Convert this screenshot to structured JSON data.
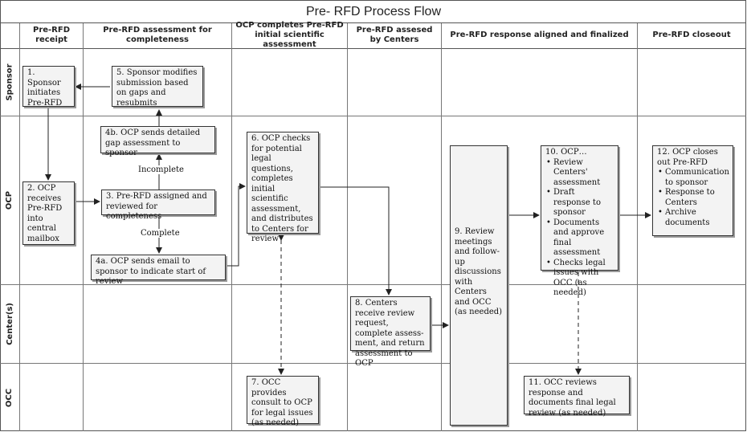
{
  "title": "Pre- RFD Process Flow",
  "columns": [
    "Pre-RFD receipt",
    "Pre-RFD assessment for completeness",
    "OCP  completes Pre-RFD initial scientific assessment",
    "Pre-RFD assesed by Centers",
    "Pre-RFD response aligned and finalized",
    "Pre-RFD closeout"
  ],
  "lanes": [
    "Sponsor",
    "OCP",
    "Center(s)",
    "OCC"
  ],
  "steps": {
    "s1": "1. Sponsor initiates Pre-RFD",
    "s5": "5. Sponsor modifies submission based on gaps and resubmits",
    "s4b": "4b. OCP sends detailed gap assessment to sponsor",
    "s2": "2. OCP receives Pre-RFD into central mailbox",
    "s3": "3. Pre-RFD assigned and reviewed for completeness",
    "s4a": "4a. OCP sends email to sponsor to indicate start of review",
    "s6": "6. OCP checks for potential legal questions, completes initial scientific assessment, and distributes to Centers for review",
    "s7": "7. OCC provides consult to OCP for legal issues (as needed)",
    "s8": "8. Centers receive review request, complete assess-ment, and return assessment to OCP",
    "s9": "9. Review meetings and follow-up discussions with Centers and OCC (as needed)",
    "s10_title": "10. OCP…",
    "s10_items": [
      "Review Centers' assessment",
      "Draft response to sponsor",
      "Documents and approve final assessment",
      "Checks legal issues with OCC (as needed)"
    ],
    "s11": "11. OCC reviews response and documents final legal review (as needed)",
    "s12_title": "12. OCP closes out Pre-RFD",
    "s12_items": [
      "Communication to sponsor",
      "Response to Centers",
      "Archive documents"
    ]
  },
  "edge_labels": {
    "incomplete": "Incomplete",
    "complete": "Complete"
  }
}
